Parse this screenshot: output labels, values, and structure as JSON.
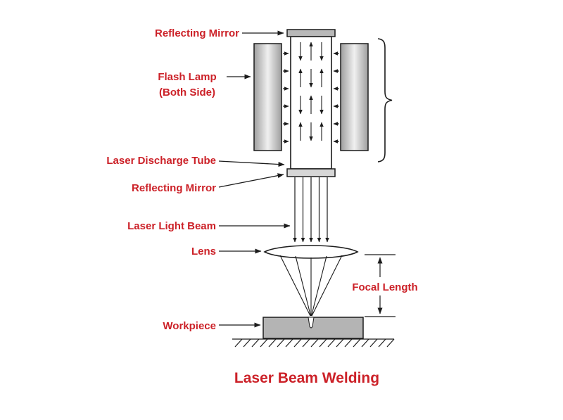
{
  "title": "Laser Beam Welding",
  "colors": {
    "label_red": "#cc2128",
    "line": "#1c1c1c",
    "lamp_gray": "#c8c8c8",
    "mirror_gray": "#b8b8b8",
    "bottom_mirror_gray": "#d6d6d6",
    "workpiece_gray": "#b4b4b4"
  },
  "labels": {
    "reflecting_mirror_top": "Reflecting Mirror",
    "flash_lamp_line1": "Flash Lamp",
    "flash_lamp_line2": "(Both Side)",
    "laser_discharge_tube": "Laser Discharge Tube",
    "reflecting_mirror_bottom": "Reflecting Mirror",
    "laser_light_beam": "Laser Light Beam",
    "lens": "Lens",
    "focal_length": "Focal Length",
    "workpiece": "Workpiece"
  }
}
